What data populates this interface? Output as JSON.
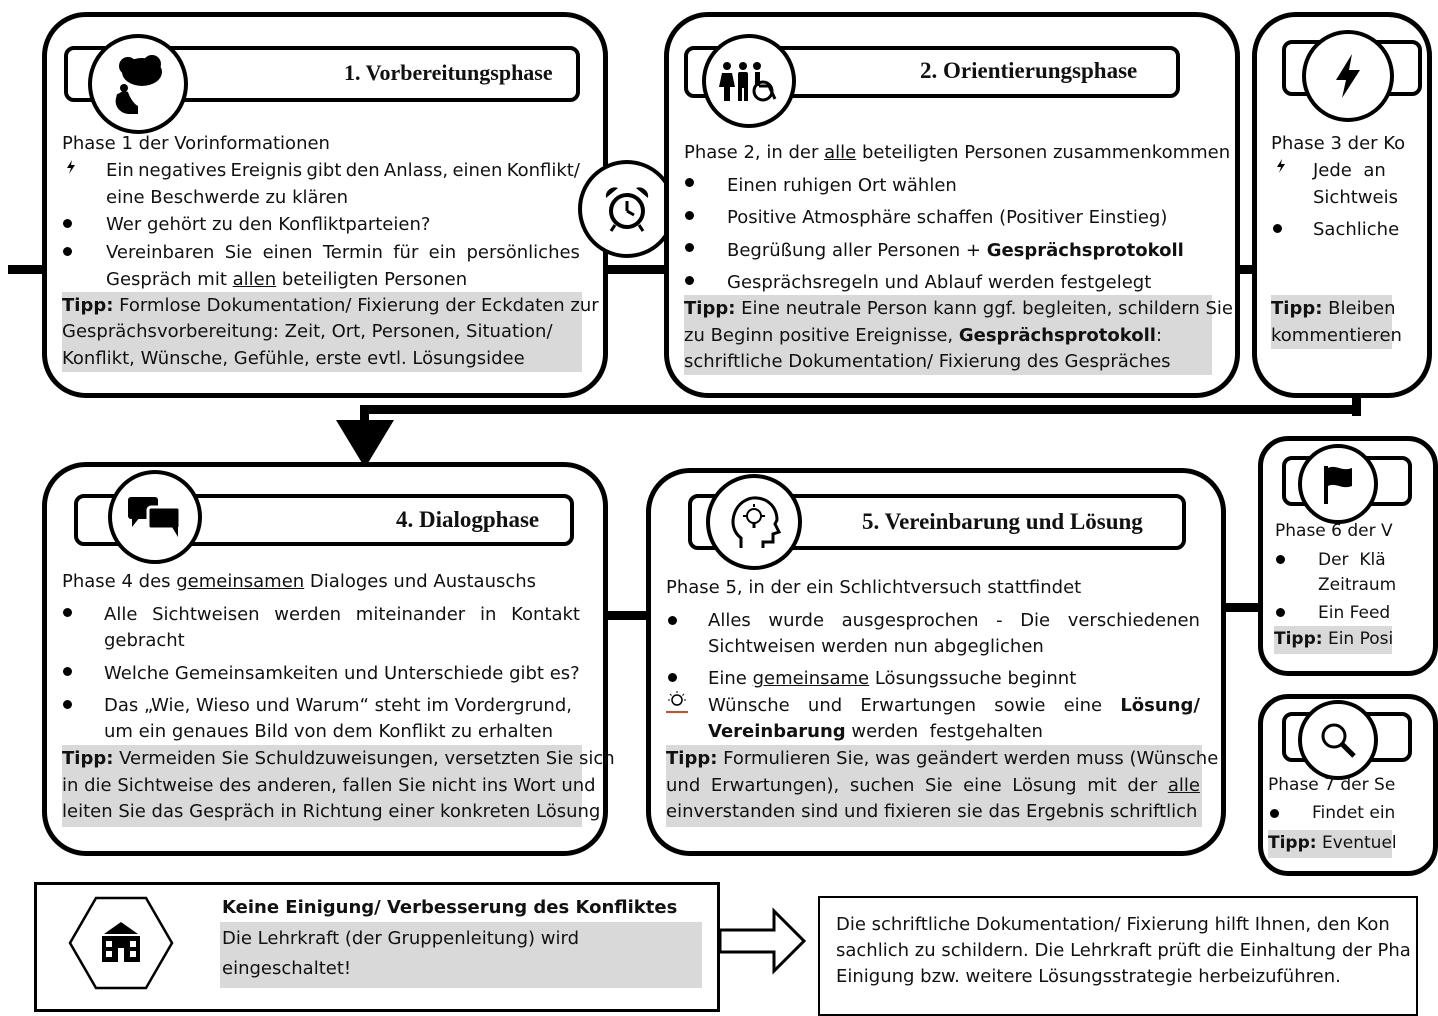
{
  "phase1": {
    "title": "1. Vorbereitungsphase",
    "intro": "Phase 1 der Vorinformationen",
    "b1_l1_words": [
      "Ein",
      "negatives",
      "Ereignis",
      "gibt",
      "den",
      "Anlass,",
      "einen",
      "Konflikt/"
    ],
    "b1_l2": "eine Beschwerde zu klären",
    "b2": "Wer gehört zu den Konfliktparteien?",
    "b3_l1_words": [
      "Vereinbaren",
      "Sie",
      "einen",
      "Termin",
      "für",
      "ein",
      "persönliches"
    ],
    "b3_l2_a": "Gespräch mit ",
    "b3_l2_u": "allen",
    "b3_l2_b": " beteiligten Personen",
    "tip_label": "Tipp:",
    "tip_l1": " Formlose Dokumentation/ Fixierung der Eckdaten zur",
    "tip_l2": "Gesprächsvorbereitung: Zeit, Ort, Personen, Situation/",
    "tip_l3": "Konflikt, Wünsche, Gefühle, erste evtl. Lösungsidee"
  },
  "phase2": {
    "title": "2. Orientierungsphase",
    "intro_a": "Phase 2, in der ",
    "intro_u": "alle",
    "intro_b": " beteiligten Personen zusammenkommen",
    "b1": "Einen ruhigen Ort wählen",
    "b2": "Positive Atmosphäre schaffen (Positiver Einstieg)",
    "b3_a": "Begrüßung aller Personen + ",
    "b3_b": "Gesprächsprotokoll",
    "b4": "Gesprächsregeln und Ablauf werden festgelegt",
    "tip_label": "Tipp:",
    "tip_l1": " Eine neutrale Person kann ggf. begleiten, schildern Sie",
    "tip_l2_a": "zu Beginn positive Ereignisse, ",
    "tip_l2_b": "Gesprächsprotokoll",
    "tip_l2_c": ":",
    "tip_l3": "schriftliche Dokumentation/ Fixierung des Gespräches"
  },
  "phase3": {
    "intro": "Phase 3 der Ko",
    "b1_l1": "Jede  an",
    "b1_l2": "Sichtweis",
    "b2": "Sachliche",
    "tip_label": "Tipp:",
    "tip_l1": " Bleiben",
    "tip_l2": "kommentieren"
  },
  "phase4": {
    "title": "4. Dialogphase",
    "intro_a": "Phase 4 des ",
    "intro_u": "gemeinsamen",
    "intro_b": " Dialoges und Austauschs",
    "b1_l1_words": [
      "Alle",
      "Sichtweisen",
      "werden",
      "miteinander",
      "in",
      "Kontakt"
    ],
    "b1_l2": "gebracht",
    "b2": "Welche Gemeinsamkeiten und Unterschiede gibt es?",
    "b3_l1": "Das „Wie, Wieso und Warum“ steht im Vordergrund,",
    "b3_l2": "um ein genaues Bild von dem Konflikt zu erhalten",
    "tip_label": "Tipp:",
    "tip_l1": " Vermeiden Sie Schuldzuweisungen, versetzten Sie sich",
    "tip_l2": "in die Sichtweise des anderen, fallen Sie nicht ins Wort und",
    "tip_l3": "leiten Sie das Gespräch in Richtung einer konkreten Lösung"
  },
  "phase5": {
    "title": "5. Vereinbarung und Lösung",
    "intro": "Phase 5, in der ein Schlichtversuch stattfindet",
    "b1_l1_words": [
      "Alles",
      "wurde",
      "ausgesprochen",
      "-",
      "Die",
      "verschiedenen"
    ],
    "b1_l2": "Sichtweisen werden nun abgeglichen",
    "b2_a": "Eine ",
    "b2_u": "gemeinsame",
    "b2_b": " Lösungssuche beginnt",
    "b3_l1_words": [
      "Wünsche",
      "und",
      "Erwartungen",
      "sowie",
      "eine"
    ],
    "b3_l1_bold": "Lösung/",
    "b3_l2_bold": "Vereinbarung",
    "b3_l2": " werden  festgehalten",
    "tip_label": "Tipp:",
    "tip_l1": " Formulieren Sie, was geändert werden muss (Wünsche",
    "tip_l2_words": [
      "und",
      "Erwartungen),",
      "suchen",
      "Sie",
      "eine",
      "Lösung",
      "mit",
      "der"
    ],
    "tip_l2_u": "alle",
    "tip_l3": "einverstanden sind und fixieren sie das Ergebnis schriftlich"
  },
  "phase6": {
    "intro": "Phase 6 der V",
    "b1_l1": "Der  Klä",
    "b1_l2": "Zeitraum",
    "b2": "Ein Feed",
    "tip_label": "Tipp:",
    "tip_l1": " Ein Posi"
  },
  "phase7": {
    "intro": "Phase 7 der Se",
    "b1": "Findet ein",
    "tip_label": "Tipp:",
    "tip_l1": " Eventuel"
  },
  "bottom": {
    "title": "Keine Einigung/ Verbesserung des Konfliktes",
    "l1": "Die Lehrkraft (der Gruppenleitung) wird",
    "l2": "eingeschaltet!",
    "note_l1": "Die schriftliche Dokumentation/ Fixierung hilft Ihnen, den Kon",
    "note_l2": "sachlich zu schildern. Die Lehrkraft prüft die Einhaltung der Pha",
    "note_l3": "Einigung bzw. weitere Lösungsstrategie herbeizuführen."
  },
  "icons": [
    "thought-bubble-icon",
    "people-icon",
    "alarm-clock-icon",
    "lightning-icon",
    "speech-bubbles-icon",
    "lightbulb-head-icon",
    "flag-icon",
    "magnifier-icon",
    "school-icon",
    "lightning-bullet-icon",
    "lightbulb-bullet-icon"
  ]
}
